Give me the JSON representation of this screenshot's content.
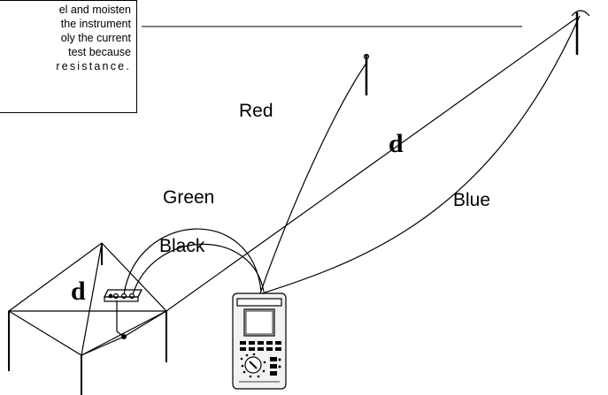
{
  "note": {
    "lines": [
      "el and moisten",
      "the instrument",
      "oly the current",
      "test because",
      "resistance."
    ]
  },
  "wire_labels": {
    "red": "Red",
    "green": "Green",
    "black": "Black",
    "blue": "Blue"
  },
  "distance_labels": {
    "left": "d",
    "right": "d"
  },
  "colors": {
    "line": "#000000",
    "background": "#ffffff",
    "meter_body": "#f2f2f2",
    "meter_screen": "#d9d9d9"
  }
}
